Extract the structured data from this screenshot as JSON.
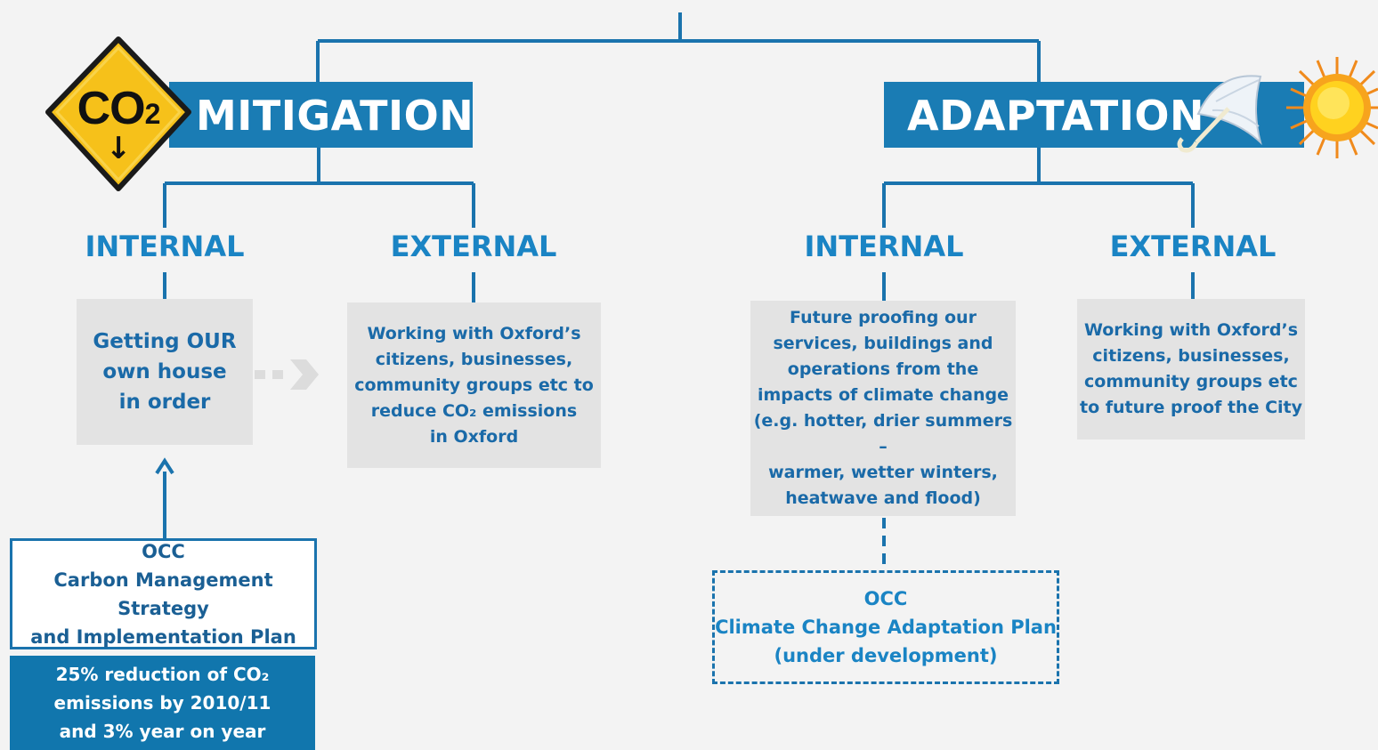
{
  "mitigation": {
    "title": "MITIGATION",
    "icon_text": "CO",
    "icon_sub": "2",
    "icon_arrow": "↓",
    "internal": {
      "heading": "INTERNAL",
      "box_lines": [
        "Getting OUR",
        "own house",
        "in order"
      ]
    },
    "external": {
      "heading": "EXTERNAL",
      "box_lines": [
        "Working with Oxford’s",
        "citizens, businesses,",
        "community groups etc to",
        "reduce CO₂ emissions",
        "in Oxford"
      ]
    },
    "plan": {
      "org": "OCC",
      "line1": "Carbon Management Strategy",
      "line2": "and Implementation Plan"
    },
    "target": {
      "lines": [
        "25% reduction of CO₂",
        "emissions by 2010/11",
        "and 3% year on year"
      ]
    }
  },
  "adaptation": {
    "title": "ADAPTATION",
    "internal": {
      "heading": "INTERNAL",
      "box_lines": [
        "Future proofing our",
        "services, buildings and",
        "operations from the",
        "impacts of climate change",
        "(e.g. hotter, drier summers –",
        "warmer, wetter winters,",
        "heatwave and flood)"
      ]
    },
    "external": {
      "heading": "EXTERNAL",
      "box_lines": [
        "Working with Oxford’s",
        "citizens, businesses,",
        "community groups etc",
        "to future proof the City"
      ]
    },
    "plan": {
      "org": "OCC",
      "line1": "Climate Change Adaptation Plan",
      "line2": "(under development)"
    }
  },
  "colors": {
    "brand_blue": "#1a7cb4",
    "heading_blue": "#1a84c4",
    "box_grey": "#e3e3e3",
    "icon_yellow": "#f6c11a"
  }
}
